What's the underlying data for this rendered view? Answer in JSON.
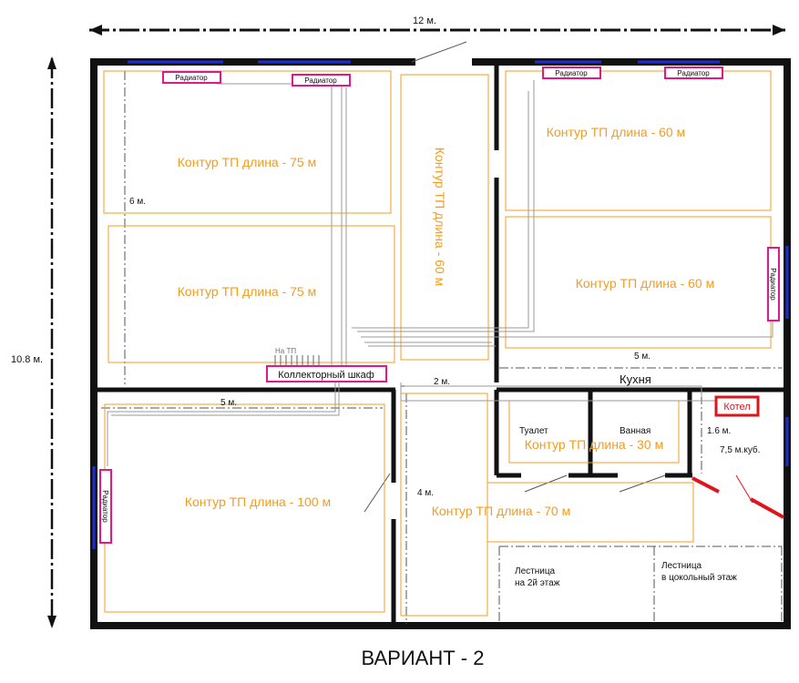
{
  "dimensions": {
    "width_total": "12 м.",
    "height_total": "10.8 м.",
    "dim_6": "6 м.",
    "dim_5_left": "5 м.",
    "dim_5_right": "5 м.",
    "dim_2": "2 м.",
    "dim_4": "4 м.",
    "dim_1_6": "1.6 м."
  },
  "circuits": {
    "room1_top": "Контур ТП длина - 75 м",
    "room1_bottom": "Контур ТП длина - 75 м",
    "corridor": "Контур ТП длина - 60 м",
    "room2_top": "Контур ТП длина - 60 м",
    "room2_bottom": "Контур ТП длина - 60 м",
    "room3": "Контур ТП длина - 100 м",
    "bathroom": "Контур ТП длина - 30 м",
    "hall": "Контур ТП длина - 70 м"
  },
  "radiators": {
    "label": "Радиатор"
  },
  "labels": {
    "collector": "Коллекторный шкаф",
    "to_floor_heating": "На ТП",
    "kitchen": "Кухня",
    "toilet": "Туалет",
    "bath": "Ванная",
    "boiler": "Котел",
    "boiler_room_volume": "7,5 м.куб.",
    "stairs_up_line1": "Лестница",
    "stairs_up_line2": "на 2й этаж",
    "stairs_down_line1": "Лестница",
    "stairs_down_line2": "в цокольный этаж",
    "variant_title": "ВАРИАНТ - 2"
  },
  "colors": {
    "wall": "#111111",
    "window": "#1e2bd6",
    "circuit": "#f39c1f",
    "radiator": "#e0188c",
    "boiler": "#e0141c",
    "pipe": "#999999"
  }
}
